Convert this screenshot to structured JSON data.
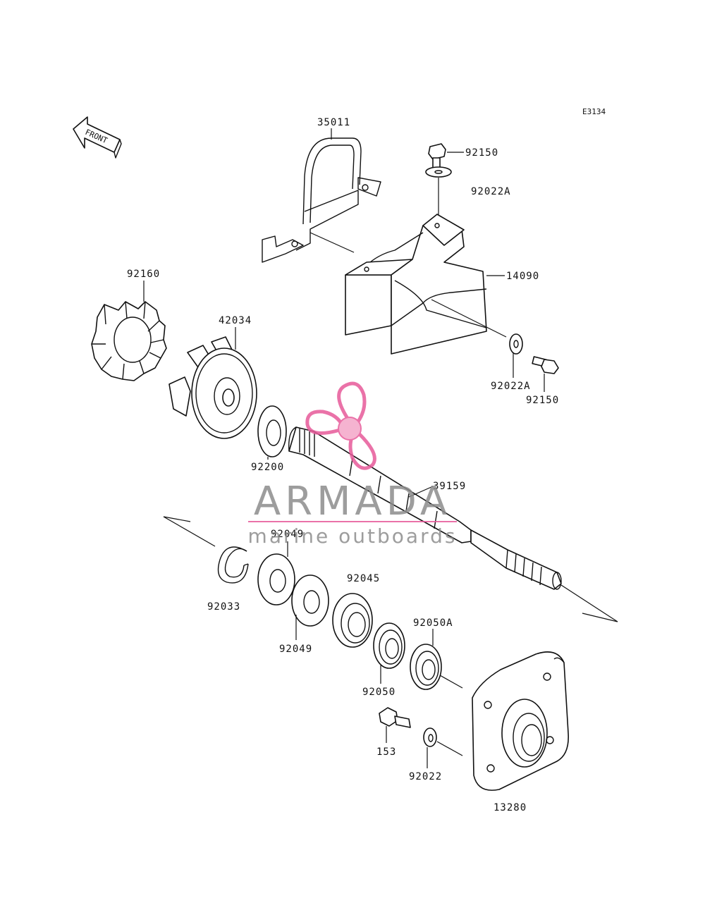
{
  "diagram_code": "E3134",
  "front_label": "FRONT",
  "parts": {
    "p35011": "35011",
    "p92150_top": "92150",
    "p92022A_top": "92022A",
    "p14090": "14090",
    "p92160": "92160",
    "p42034": "42034",
    "p92022A_bottom": "92022A",
    "p92150_bottom": "92150",
    "p92200": "92200",
    "p39159": "39159",
    "p92049_top": "92049",
    "p92045": "92045",
    "p92033": "92033",
    "p92049_bottom": "92049",
    "p92050A": "92050A",
    "p92050": "92050",
    "p153": "153",
    "p92022": "92022",
    "p13280": "13280"
  },
  "watermark": {
    "brand": "ARMADA",
    "tagline": "marine outboards",
    "brand_color": "#8c8c8c",
    "accent_color": "#e75a9a"
  }
}
